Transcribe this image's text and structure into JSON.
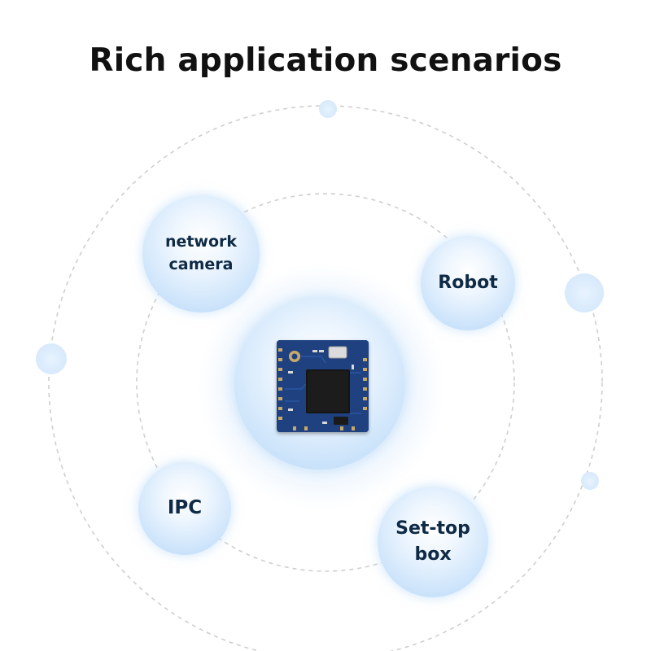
{
  "title": "Rich application scenarios",
  "scenarios": {
    "network_camera": {
      "line1": "network",
      "line2": "camera"
    },
    "robot": {
      "label": "Robot"
    },
    "ipc": {
      "label": "IPC"
    },
    "set_top_box": {
      "line1": "Set-top",
      "line2": "box"
    }
  },
  "colors": {
    "bubble_fill": "#cde4fb",
    "orbit_line": "#c9c9c9",
    "label_text": "#0f2a45",
    "module_board": "#1e3f7a"
  }
}
